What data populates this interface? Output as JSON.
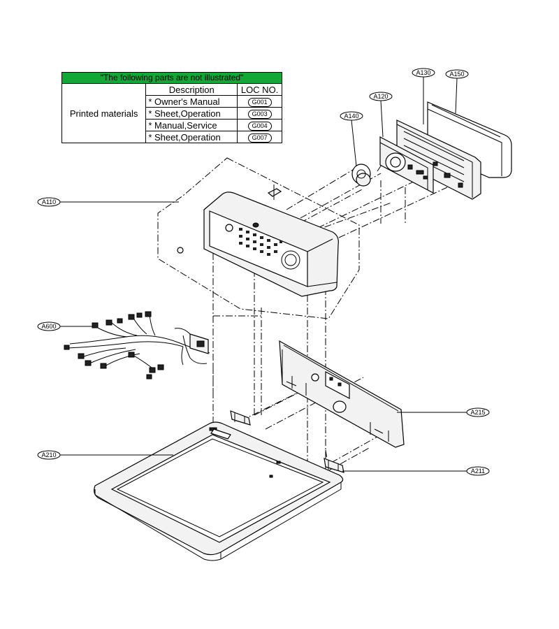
{
  "table": {
    "header": "\"The following parts are not illustrated\"",
    "columns": {
      "description": "Description",
      "loc": "LOC NO."
    },
    "category": "Printed materials",
    "rows": [
      {
        "description": "* Owner's Manual",
        "loc": "G001"
      },
      {
        "description": "* Sheet,Operation",
        "loc": "G003"
      },
      {
        "description": "* Manual,Service",
        "loc": "G004"
      },
      {
        "description": "* Sheet,Operation",
        "loc": "G007"
      }
    ]
  },
  "callouts": {
    "a110": "A110",
    "a120": "A120",
    "a130": "A130",
    "a140": "A140",
    "a150": "A150",
    "a210": "A210",
    "a211": "A211",
    "a215": "A215",
    "a600": "A600"
  },
  "colors": {
    "table_header": "#11a838",
    "lines": "#000000",
    "part_fill": "#f2f2f2"
  }
}
